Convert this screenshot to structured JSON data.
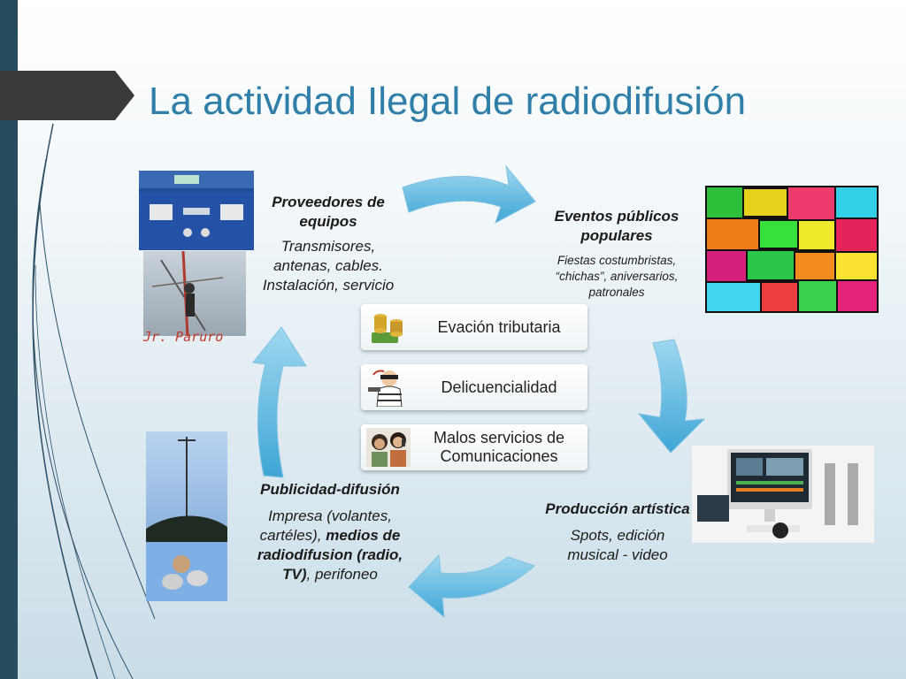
{
  "slide": {
    "title": "La actividad Ilegal de radiodifusión"
  },
  "cycle": {
    "proveedores": {
      "heading": "Proveedores de equipos",
      "body": "Transmisores, antenas, cables. Instalación, servicio"
    },
    "eventos": {
      "heading": "Eventos públicos populares",
      "body": "Fiestas costumbristas, “chichas”, aniversarios, patronales"
    },
    "produccion": {
      "heading": "Producción artística",
      "body": "Spots, edición musical - video"
    },
    "publicidad": {
      "heading": "Publicidad-difusión",
      "body_pre": "Impresa (volantes, cartéles), ",
      "body_bold": "medios de radiodifusion (radio, TV)",
      "body_post": ", perifoneo"
    }
  },
  "effects": [
    {
      "label": "Evación tributaria",
      "icon": "money-icon"
    },
    {
      "label": "Delicuencialidad",
      "icon": "thief-icon"
    },
    {
      "label": "Malos servicios de Comunicaciones",
      "icon": "people-phone-icon"
    }
  ],
  "photo_caption": "Jr. Paruro",
  "colors": {
    "title": "#2f7fa8",
    "arrow": "#5fb8e0",
    "sidebar": "#274b5f",
    "caption": "#c0392b"
  }
}
